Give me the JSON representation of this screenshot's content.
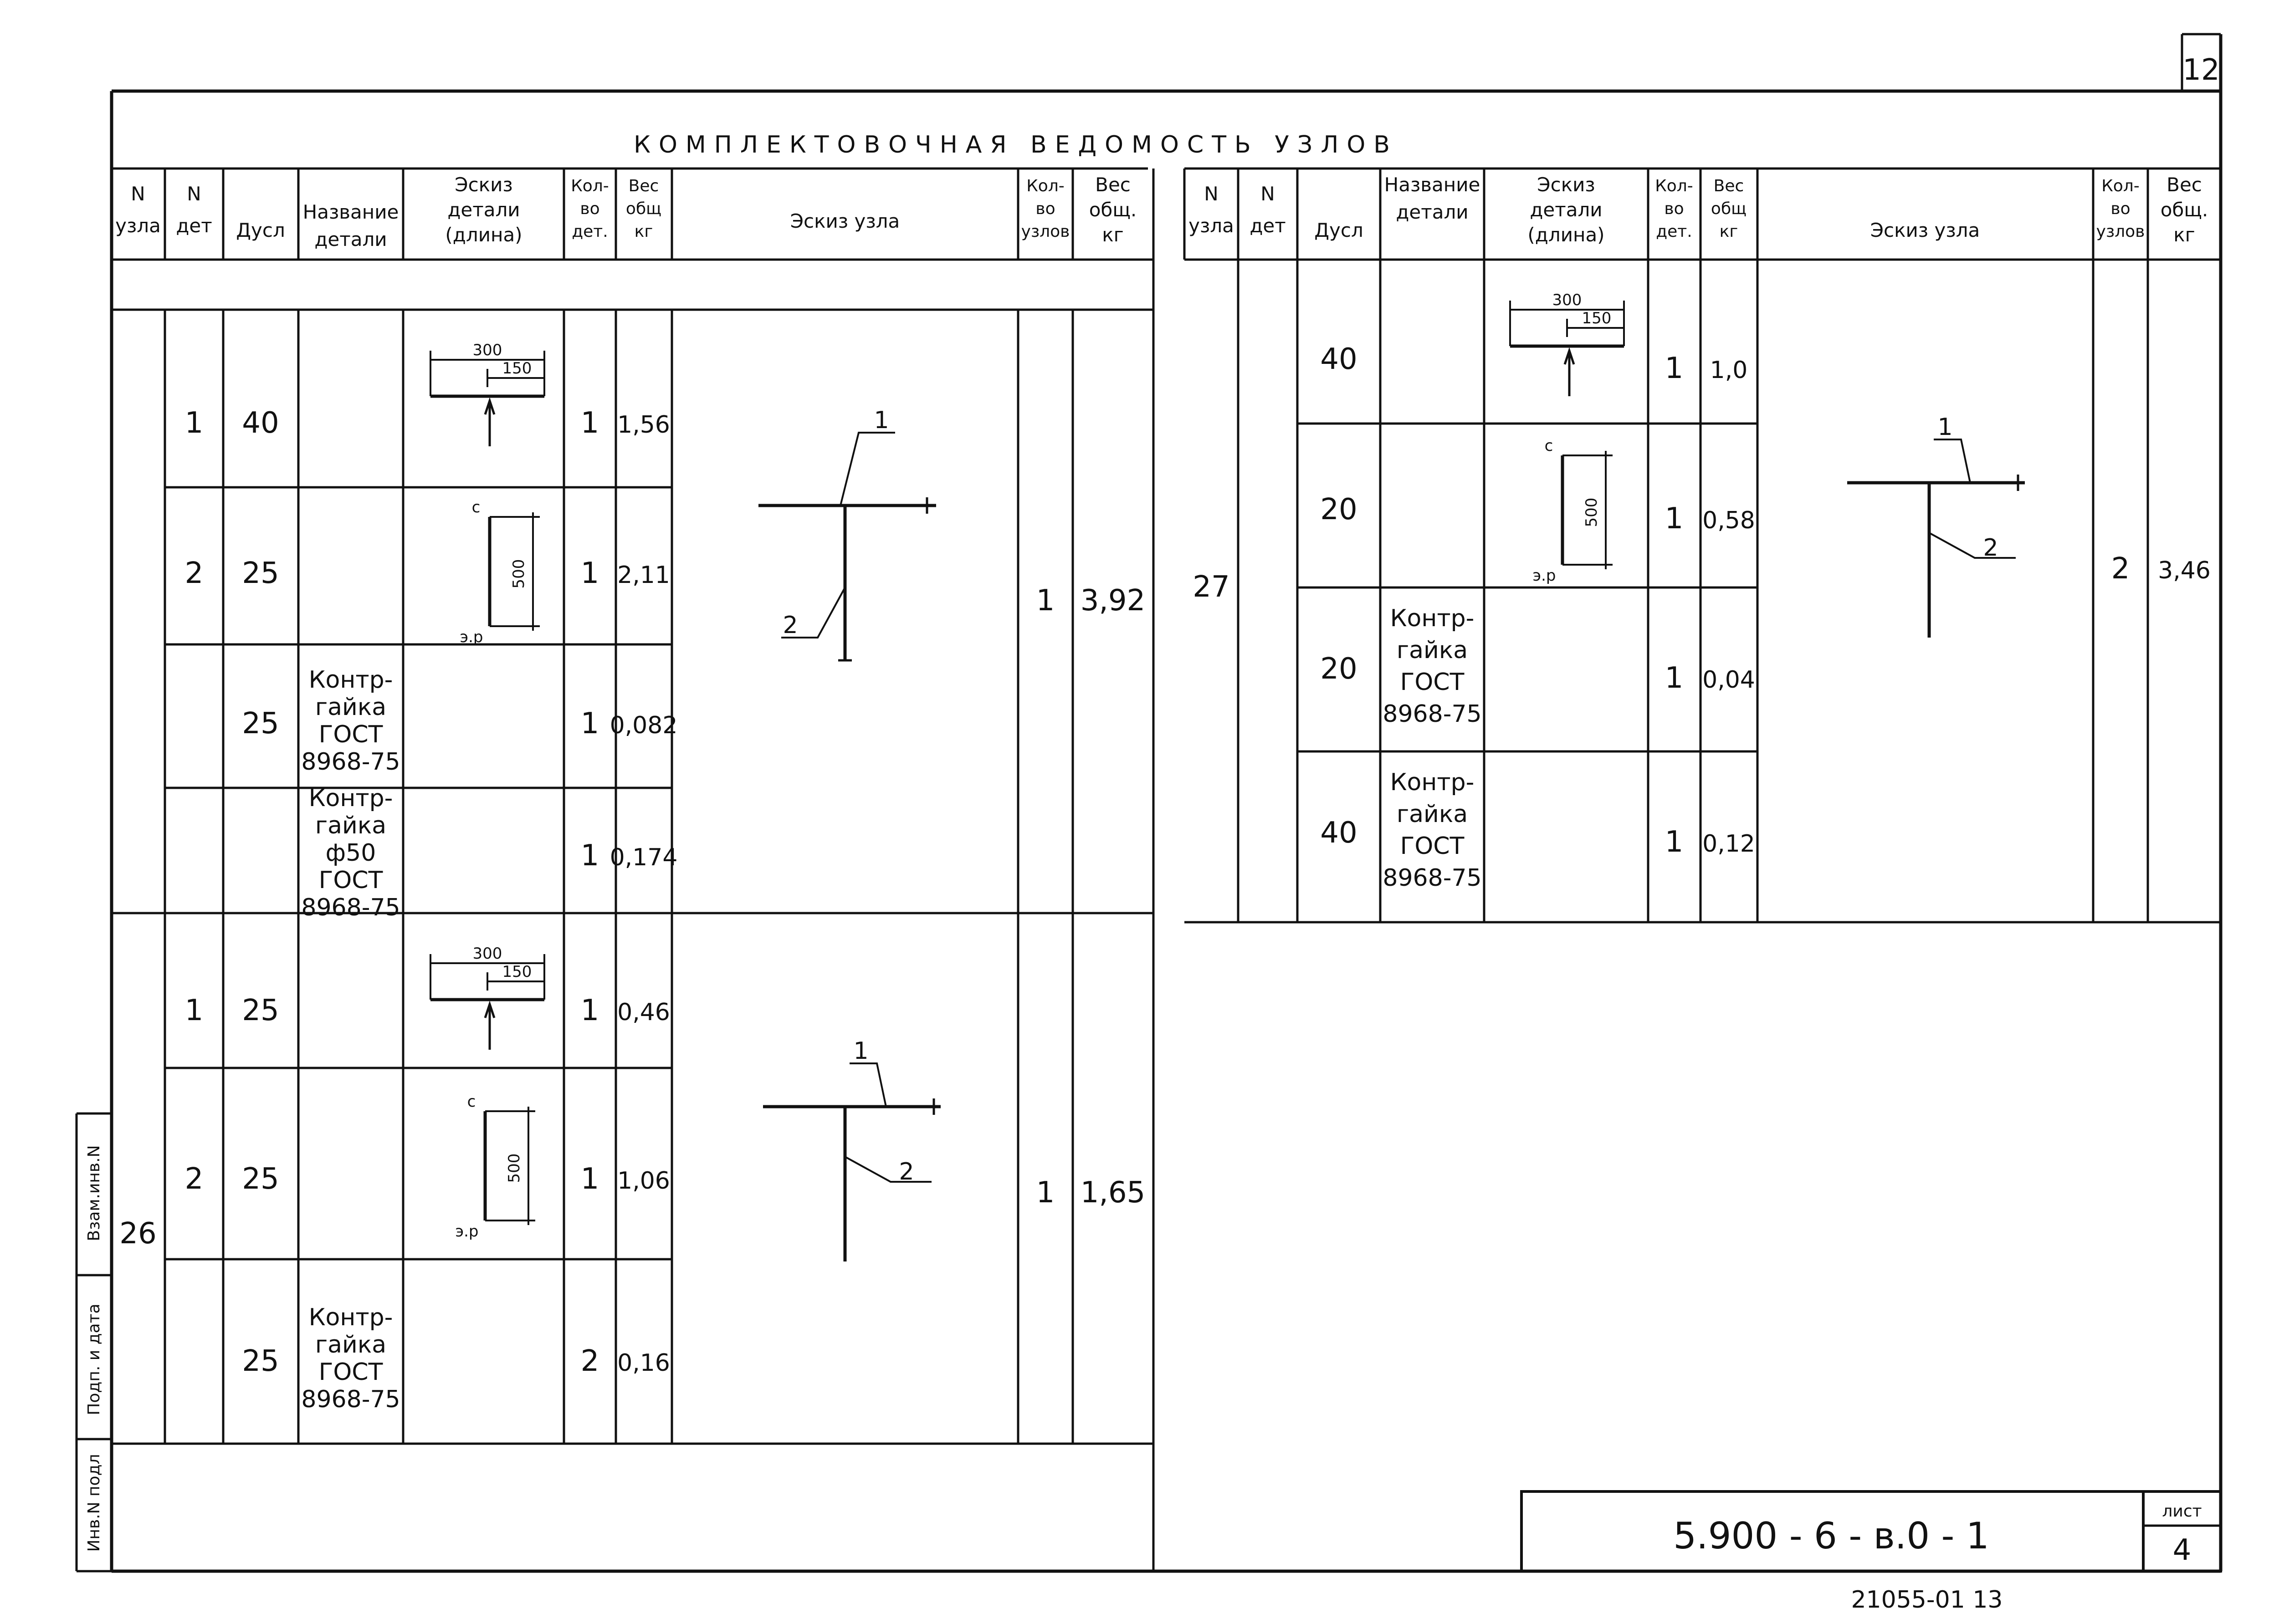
{
  "sheet_number": "12",
  "title": "КОМПЛЕКТОВОЧНАЯ ВЕДОМОСТЬ УЗЛОВ",
  "headers": {
    "node_no": [
      "N",
      "узла"
    ],
    "detail_no": [
      "N",
      "дет"
    ],
    "dusl": "Дусл",
    "name": [
      "Название",
      "детали"
    ],
    "detail_sketch": [
      "Эскиз",
      "детали",
      "(длина)"
    ],
    "qty_det": [
      "Кол-",
      "во",
      "дет."
    ],
    "weight_total": [
      "Вес",
      "общ",
      "кг"
    ],
    "node_sketch": "Эскиз узла",
    "qty_nodes": [
      "Кол-",
      "во",
      "узлов"
    ],
    "weight_kg": [
      "Вес",
      "общ.",
      "кг"
    ]
  },
  "labels": {
    "c": "с",
    "gr": "э.р",
    "len300": "300",
    "len150": "150",
    "len500": "500",
    "pos1": "1",
    "pos2": "2"
  },
  "node26a": {
    "rows": [
      {
        "det": "1",
        "d": "40",
        "name": [],
        "qty": "1",
        "w": "1,56"
      },
      {
        "det": "2",
        "d": "25",
        "name": [],
        "qty": "1",
        "w": "2,11"
      },
      {
        "det": "",
        "d": "25",
        "name": [
          "Контр-",
          "гайка",
          "ГОСТ",
          "8968-75"
        ],
        "qty": "1",
        "w": "0,082"
      },
      {
        "det": "",
        "d": "",
        "name": [
          "Контр-",
          "гайка",
          "ф50",
          "ГОСТ",
          "8968-75"
        ],
        "qty": "1",
        "w": "0,174"
      }
    ],
    "qty_nodes": "1",
    "weight": "3,92"
  },
  "node26b": {
    "node_no": "26",
    "rows": [
      {
        "det": "1",
        "d": "25",
        "name": [],
        "qty": "1",
        "w": "0,46"
      },
      {
        "det": "2",
        "d": "25",
        "name": [],
        "qty": "1",
        "w": "1,06"
      },
      {
        "det": "",
        "d": "25",
        "name": [
          "Контр-",
          "гайка",
          "ГОСТ",
          "8968-75"
        ],
        "qty": "2",
        "w": "0,16"
      }
    ],
    "qty_nodes": "1",
    "weight": "1,65"
  },
  "node27": {
    "node_no": "27",
    "rows": [
      {
        "det": "",
        "d": "40",
        "name": [],
        "qty": "1",
        "w": "1,0"
      },
      {
        "det": "",
        "d": "20",
        "name": [],
        "qty": "1",
        "w": "0,58"
      },
      {
        "det": "",
        "d": "20",
        "name": [
          "Контр-",
          "гайка",
          "ГОСТ",
          "8968-75"
        ],
        "qty": "1",
        "w": "0,04"
      },
      {
        "det": "",
        "d": "40",
        "name": [
          "Контр-",
          "гайка",
          "ГОСТ",
          "8968-75"
        ],
        "qty": "1",
        "w": "0,12"
      }
    ],
    "qty_nodes": "2",
    "weight": "3,46"
  },
  "side_labels": [
    "Инв.N подл",
    "Подп. и дата",
    "Взам.инв.N"
  ],
  "stamp": {
    "code": "5.900 - 6 - в.0 - 1",
    "sheet_label": "лист",
    "sheet_no": "4"
  },
  "footer_number": "21055-01 13"
}
